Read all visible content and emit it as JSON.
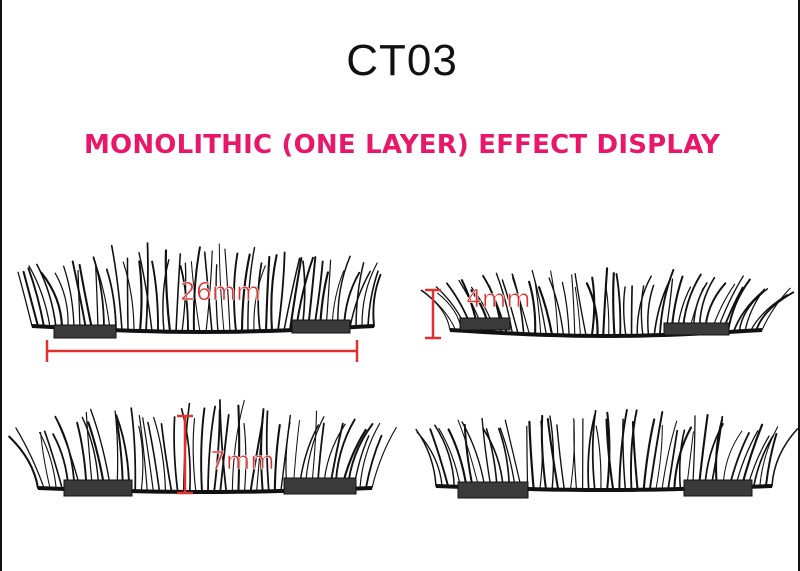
{
  "title": "CT03",
  "subtitle": "MONOLITHIC (ONE LAYER) EFFECT DISPLAY",
  "measurements": {
    "length": "26mm",
    "height_top": "4mm",
    "height_bottom": "7mm"
  },
  "colors": {
    "subtitle": "#e8176a",
    "measure_line": "#e03030",
    "measure_text": "#e03030",
    "lash": "#111111",
    "magnet_strip": "#3a3a3a"
  }
}
